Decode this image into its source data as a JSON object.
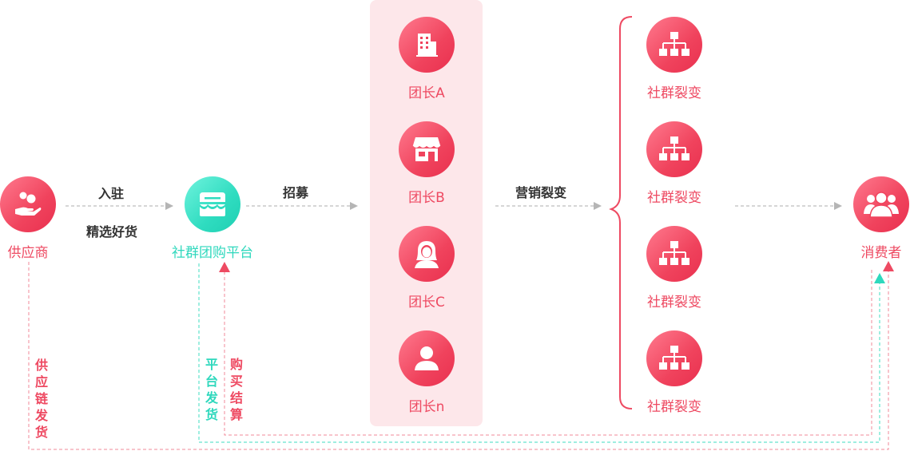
{
  "supplier": {
    "label": "供应商",
    "icon": "hand-coins-icon"
  },
  "platform": {
    "label": "社群团购平台",
    "icon": "storefront-icon"
  },
  "edges": {
    "settle_in": "入驻",
    "select_goods": "精选好货",
    "recruit": "招募",
    "marketing_fission": "营销裂变"
  },
  "leaders": [
    {
      "label": "团长A",
      "icon": "building-icon"
    },
    {
      "label": "团长B",
      "icon": "shop-icon"
    },
    {
      "label": "团长C",
      "icon": "woman-icon"
    },
    {
      "label": "团长n",
      "icon": "person-icon"
    }
  ],
  "fission": [
    {
      "label": "社群裂变",
      "icon": "org-tree-icon"
    },
    {
      "label": "社群裂变",
      "icon": "org-tree-icon"
    },
    {
      "label": "社群裂变",
      "icon": "org-tree-icon"
    },
    {
      "label": "社群裂变",
      "icon": "org-tree-icon"
    }
  ],
  "consumer": {
    "label": "消费者",
    "icon": "group-users-icon"
  },
  "flows": {
    "supply_chain_shipping": "供应链发货",
    "platform_shipping": "平台发货",
    "purchase_settlement": "购买结算"
  },
  "colors": {
    "red": "#ee4a62",
    "teal": "#2fd8bd",
    "panel": "#fde7ea",
    "gray": "#bbbbbb"
  }
}
